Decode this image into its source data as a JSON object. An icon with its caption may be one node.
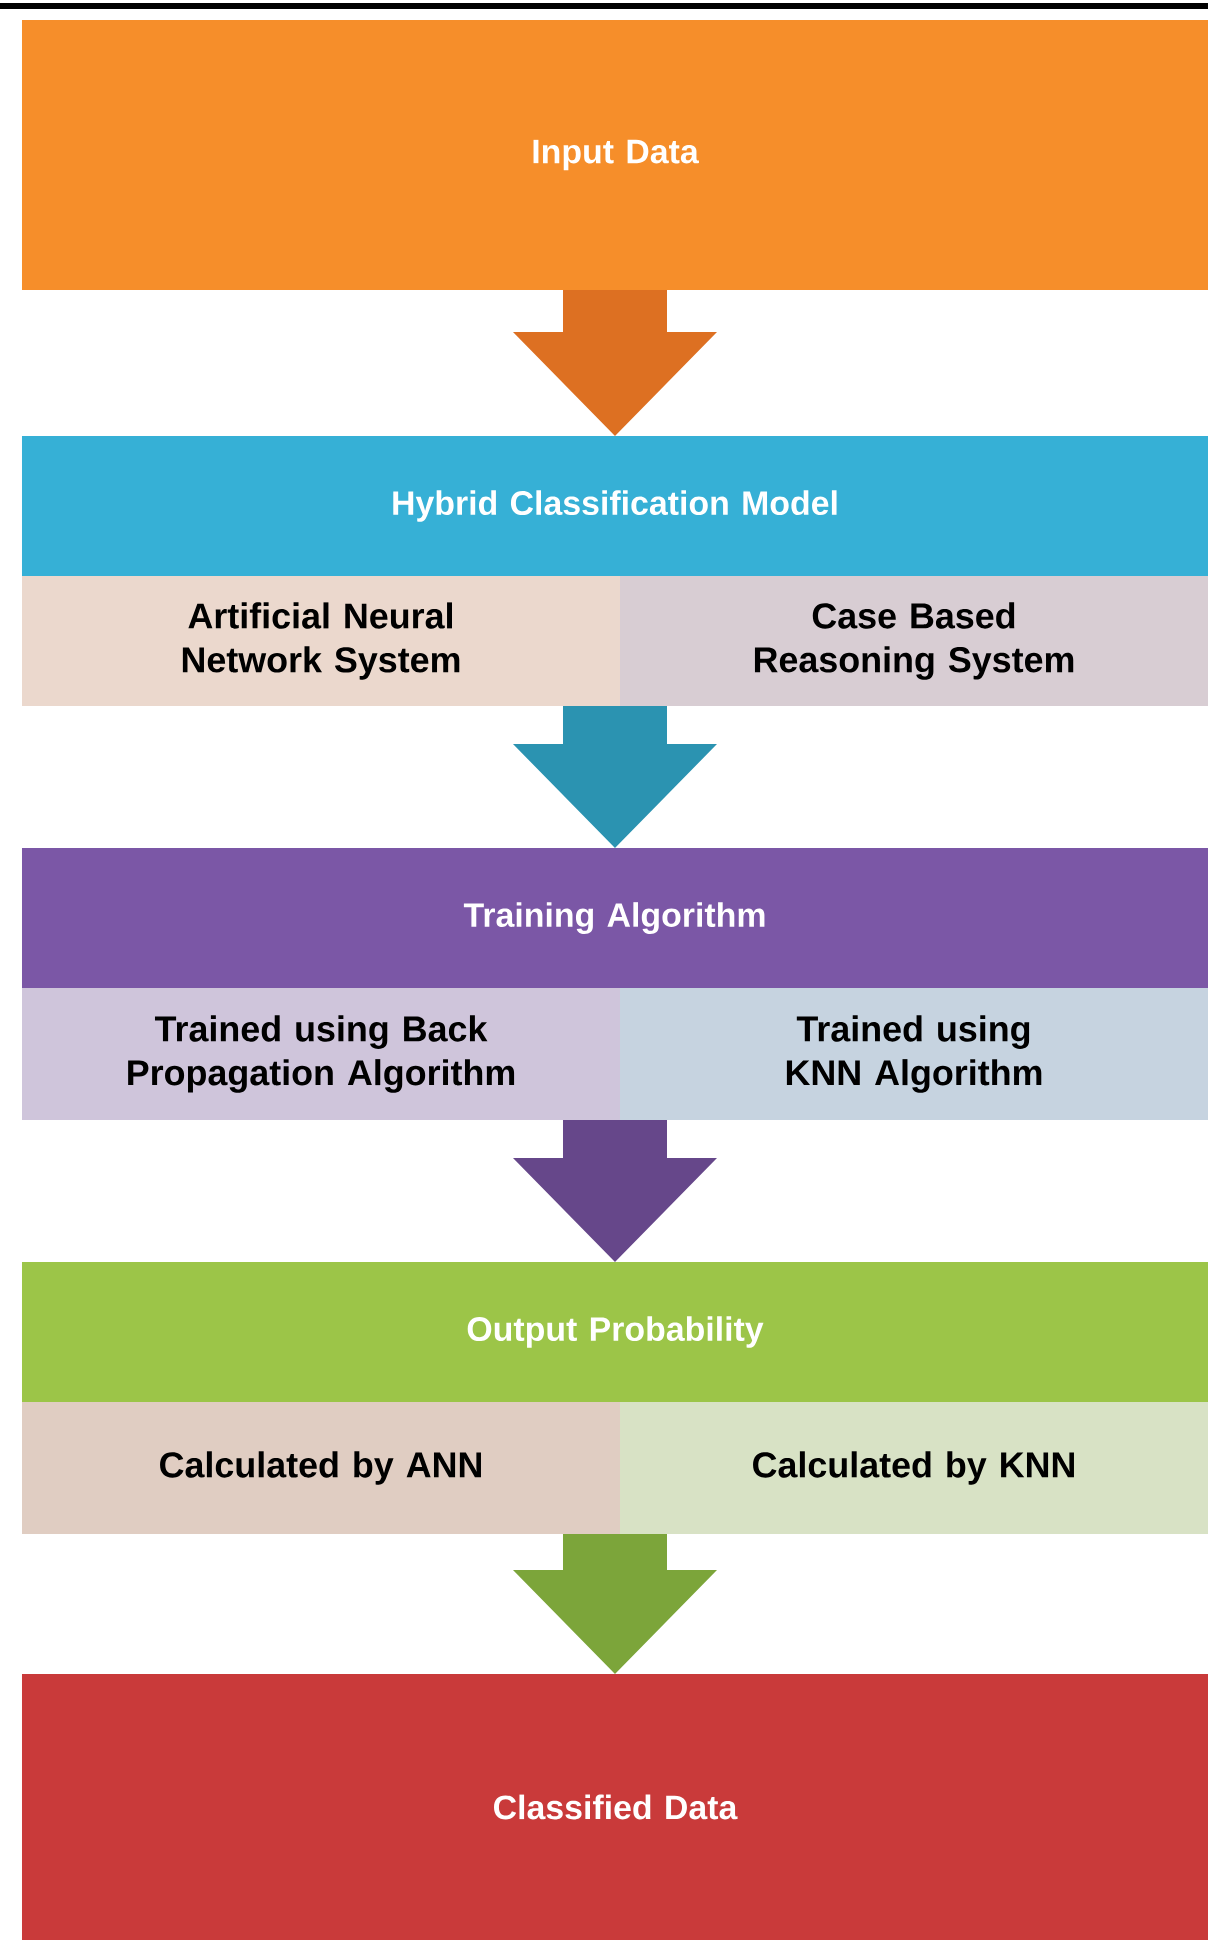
{
  "diagram": {
    "nodes": [
      {
        "text": [
          "Input Data"
        ]
      },
      {
        "text": [
          "Hybrid Classification Model"
        ]
      },
      {
        "text": [
          "Artificial Neural Network System"
        ]
      },
      {
        "text": [
          "Case Based Reasoning System"
        ]
      },
      {
        "text": [
          "Training Algorithm"
        ]
      },
      {
        "text": [
          "Trained using Back Propagation Algorithm"
        ]
      },
      {
        "text": [
          "Trained using KNN Algorithm"
        ]
      },
      {
        "text": [
          "Output Probability"
        ]
      },
      {
        "text": [
          "Calculated by ANN"
        ]
      },
      {
        "text": [
          "Calculated by KNN"
        ]
      },
      {
        "text": [
          "Classified Data"
        ]
      }
    ],
    "edges": [
      {
        "from": 0,
        "to": 1,
        "arrow": "to",
        "color": "#dd7022"
      },
      {
        "from": 2,
        "to": 4,
        "arrow": "to",
        "color": "#2b93b1"
      },
      {
        "from": 3,
        "to": 4,
        "arrow": "to",
        "color": "#2b93b1"
      },
      {
        "from": 5,
        "to": 7,
        "arrow": "to",
        "color": "#66478a"
      },
      {
        "from": 6,
        "to": 7,
        "arrow": "to",
        "color": "#66478a"
      },
      {
        "from": 8,
        "to": 10,
        "arrow": "to",
        "color": "#7ca53a"
      },
      {
        "from": 9,
        "to": 10,
        "arrow": "to",
        "color": "#7ca53a"
      }
    ]
  }
}
